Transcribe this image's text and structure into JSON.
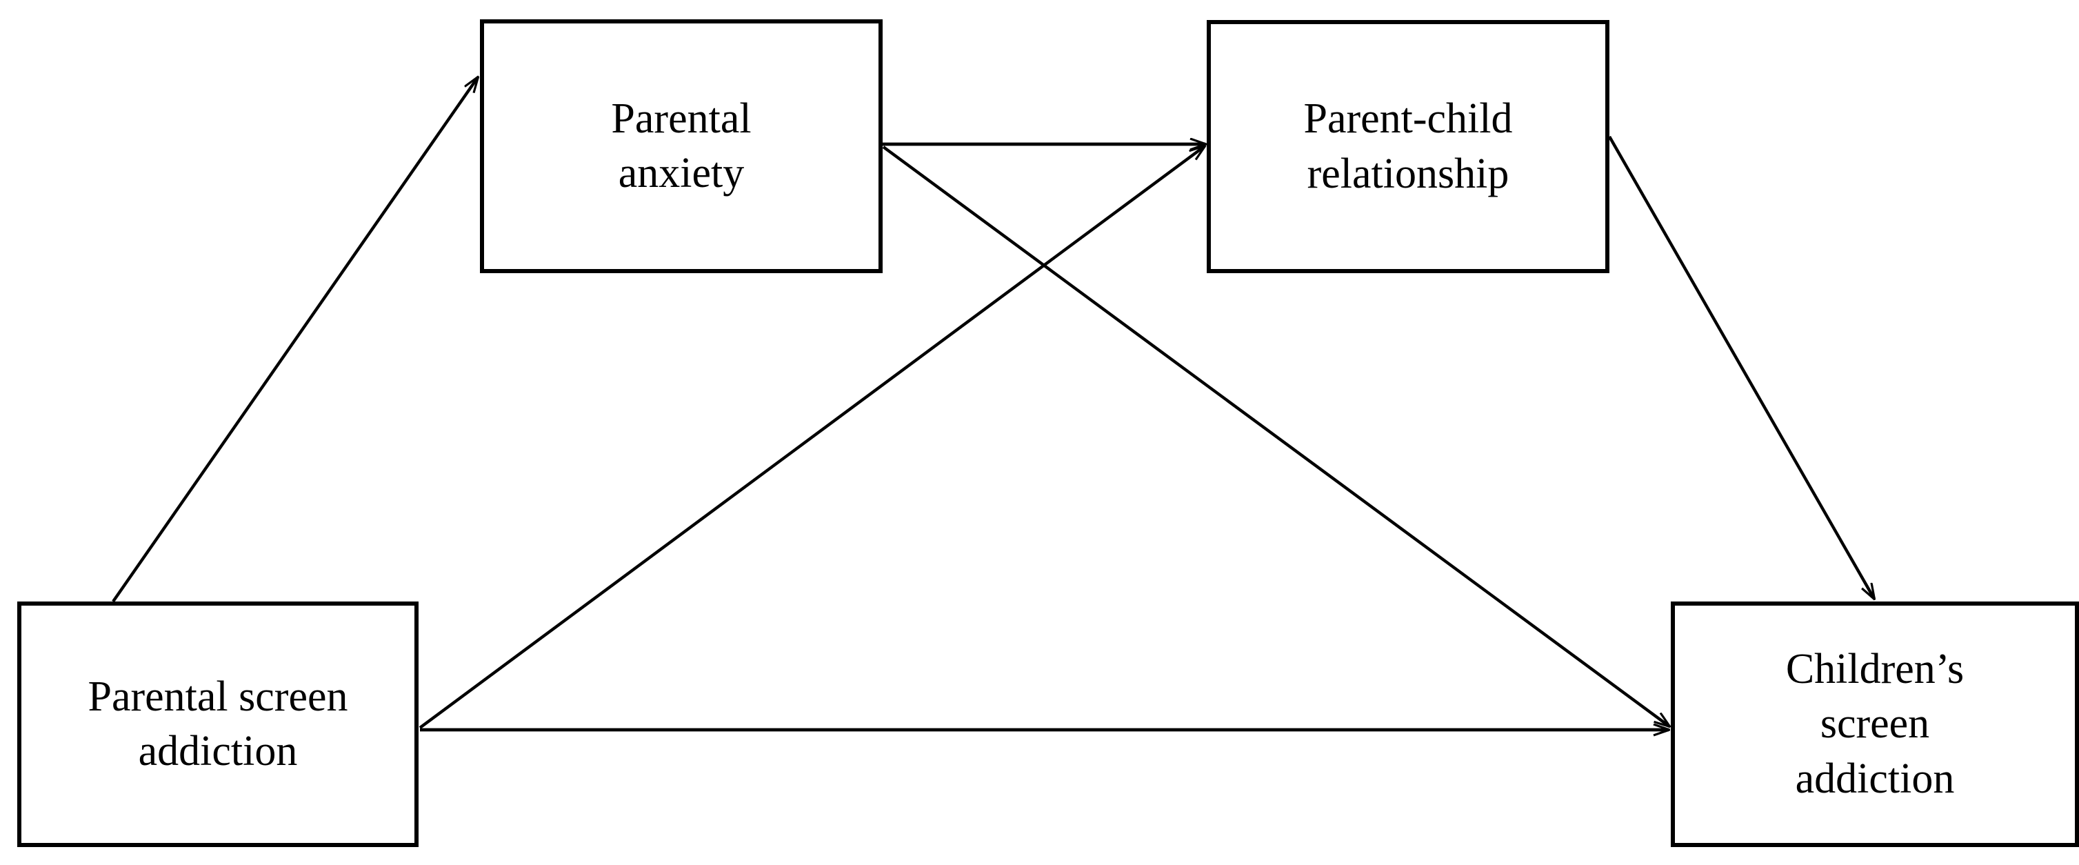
{
  "figure": {
    "type": "path-model-diagram",
    "background_color": "#ffffff",
    "line_color": "#000000",
    "box_border_color": "#000000"
  },
  "nodes": [
    {
      "id": "parental-screen-addiction",
      "label": "Parental screen\naddiction",
      "role": "predictor",
      "position": "bottom-left"
    },
    {
      "id": "parental-anxiety",
      "label": "Parental\nanxiety",
      "role": "mediator-1",
      "position": "top-left"
    },
    {
      "id": "parent-child-relationship",
      "label": "Parent-child\nrelationship",
      "role": "mediator-2",
      "position": "top-right"
    },
    {
      "id": "children-screen-addiction",
      "label": "Children’s\nscreen\naddiction",
      "role": "outcome",
      "position": "bottom-right"
    }
  ],
  "edges": [
    {
      "id": "psa-to-anxiety",
      "from": "parental-screen-addiction",
      "to": "parental-anxiety",
      "arrowhead": true,
      "label": ""
    },
    {
      "id": "anxiety-to-relationship",
      "from": "parental-anxiety",
      "to": "parent-child-relationship",
      "arrowhead": true,
      "label": ""
    },
    {
      "id": "psa-to-relationship",
      "from": "parental-screen-addiction",
      "to": "parent-child-relationship",
      "arrowhead": true,
      "label": ""
    },
    {
      "id": "anxiety-to-children",
      "from": "parental-anxiety",
      "to": "children-screen-addiction",
      "arrowhead": true,
      "label": ""
    },
    {
      "id": "relationship-to-children",
      "from": "parent-child-relationship",
      "to": "children-screen-addiction",
      "arrowhead": true,
      "label": ""
    },
    {
      "id": "psa-to-children",
      "from": "parental-screen-addiction",
      "to": "children-screen-addiction",
      "arrowhead": true,
      "label": ""
    }
  ]
}
